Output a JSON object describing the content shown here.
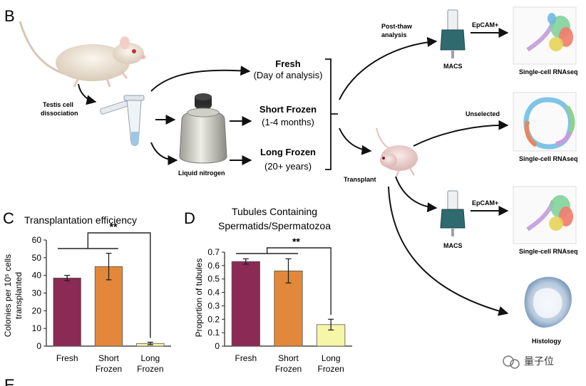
{
  "panels": {
    "b_letter": "B",
    "c_letter": "C",
    "d_letter": "D",
    "e_letter": "E"
  },
  "schematic": {
    "testis_dissociation": [
      "Testis cell",
      "dissociation"
    ],
    "liquid_nitrogen": "Liquid nitrogen",
    "fresh_title": "Fresh",
    "fresh_sub": "(Day of analysis)",
    "short_title": "Short Frozen",
    "short_sub": "(1-4 months)",
    "long_title": "Long Frozen",
    "long_sub": "(20+ years)",
    "post_thaw": [
      "Post-thaw",
      "analysis"
    ],
    "macs": "MACS",
    "epcam": "EpCAM+",
    "scrnaseq": "Single-cell RNAseq",
    "unselected": "Unselected",
    "transplant": "Transplant",
    "histology": "Histology"
  },
  "watermark": "量子位",
  "colors": {
    "fresh": "#8b2a55",
    "short": "#e3883a",
    "long": "#f7f5a8"
  },
  "chart_data": [
    {
      "type": "bar",
      "title": "Transplantation efficiency",
      "ylabel_lines": [
        "Colonies per 10⁵ cells",
        "transplanted"
      ],
      "categories": [
        [
          "Fresh"
        ],
        [
          "Short",
          "Frozen"
        ],
        [
          "Long",
          "Frozen"
        ]
      ],
      "values": [
        38.5,
        45,
        1.5
      ],
      "errors": [
        1.5,
        7.5,
        0.7
      ],
      "ylim": [
        0,
        60
      ],
      "yticks": [
        0,
        10,
        20,
        30,
        40,
        50,
        60
      ],
      "significance": "**"
    },
    {
      "type": "bar",
      "title_lines": [
        "Tubules Containing",
        "Spermatids/Spermatozoa"
      ],
      "ylabel": "Proportion of tubules",
      "categories": [
        [
          "Fresh"
        ],
        [
          "Short",
          "Frozen"
        ],
        [
          "Long",
          "Frozen"
        ]
      ],
      "values": [
        0.63,
        0.56,
        0.16
      ],
      "errors": [
        0.02,
        0.09,
        0.04
      ],
      "ylim": [
        0,
        0.7
      ],
      "yticks": [
        0,
        0.1,
        0.2,
        0.3,
        0.4,
        0.5,
        0.6,
        0.7
      ],
      "significance": "**"
    }
  ]
}
